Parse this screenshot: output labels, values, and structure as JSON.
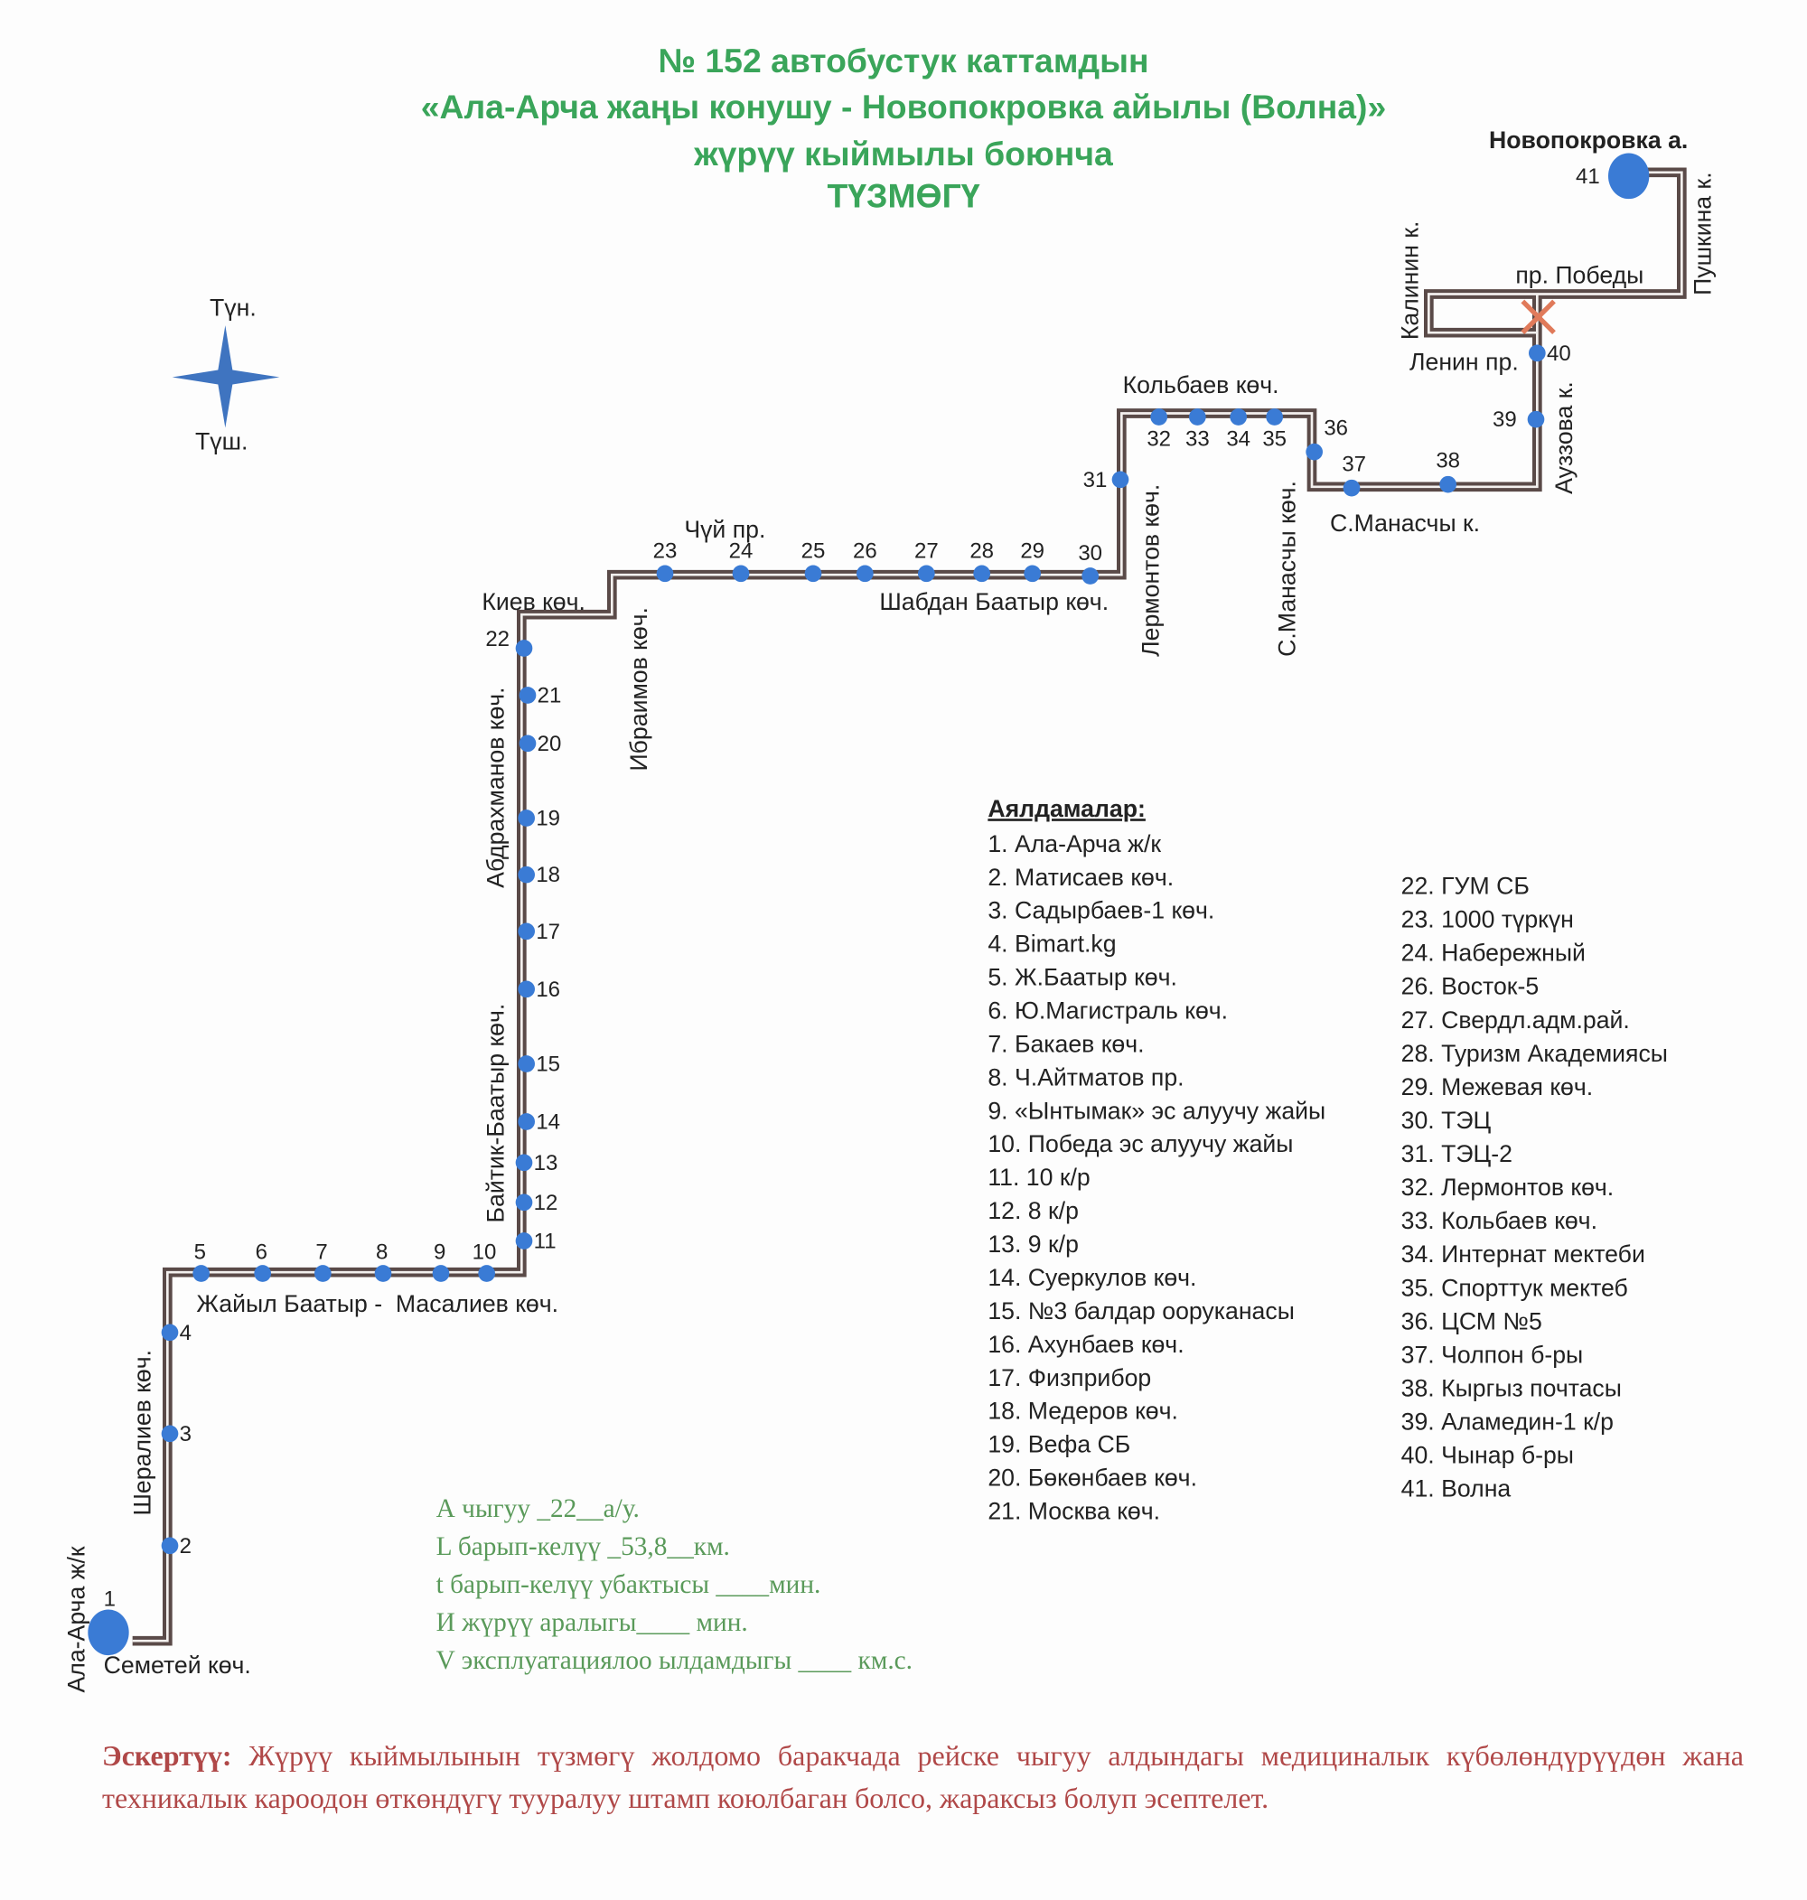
{
  "title": {
    "line1": "№ 152  автобустук каттамдын",
    "line2": "«Ала-Арча жаңы конушу  - Новопокровка айылы (Волна)»",
    "line3": "жүрүү кыймылы боюнча",
    "line4": "ТҮЗМӨГҮ"
  },
  "compass": {
    "north": "Түн.",
    "south": "Түш."
  },
  "streets": {
    "novopokrovka": "Новопокровка а.",
    "pushkina": "Пушкина к.",
    "kalinin": "Калинин к.",
    "pobedy": "пр. Победы",
    "lenin": "Ленин пр.",
    "auezova": "Ауззова к.",
    "kolbaev": "Кольбаев көч.",
    "s_manaschy_k": "С.Манасчы к.",
    "s_manaschy_koch": "С.Манасчы көч.",
    "lermontov": "Лермонтов көч.",
    "chui": "Чүй пр.",
    "shabdan": "Шабдан Баатыр көч.",
    "kiev": "Киев көч.",
    "ibraimov": "Ибраимов көч.",
    "abdrakhmanov": "Абдрахманов көч.",
    "baitik": "Байтик-Баатыр көч.",
    "zhaiyl": "Жайыл Баатыр -  Масалиев көч.",
    "sheraliev": "Шералиев көч.",
    "ala_archa": "Ала-Арча ж/к",
    "semetei": "Семетей көч."
  },
  "stop_numbers": [
    "1",
    "2",
    "3",
    "4",
    "5",
    "6",
    "7",
    "8",
    "9",
    "10",
    "11",
    "12",
    "13",
    "14",
    "15",
    "16",
    "17",
    "18",
    "19",
    "20",
    "21",
    "22",
    "23",
    "24",
    "25",
    "26",
    "27",
    "28",
    "29",
    "30",
    "31",
    "32",
    "33",
    "34",
    "35",
    "36",
    "37",
    "38",
    "39",
    "40",
    "41"
  ],
  "legend": {
    "heading": "Аялдамалар:",
    "left": [
      "1. Ала-Арча ж/к",
      "2. Матисаев көч.",
      "3. Садырбаев-1 көч.",
      "4.  Bimart.kg",
      "5. Ж.Баатыр көч.",
      "6. Ю.Магистраль көч.",
      "7. Бакаев көч.",
      "8. Ч.Айтматов пр.",
      "9. «Ынтымак» эс алуучу жайы",
      "10. Победа эс алуучу жайы",
      "11. 10 к/р",
      "12. 8 к/р",
      "13. 9 к/р",
      "14. Суеркулов көч.",
      "15. №3 балдар ооруканасы",
      "16. Ахунбаев көч.",
      "17. Физприбор",
      "18. Медеров көч.",
      "19. Вефа СБ",
      "20. Бөкөнбаев көч.",
      "21. Москва көч."
    ],
    "right": [
      "22. ГУМ СБ",
      "23. 1000 түркүн",
      "24. Набережный",
      "26. Восток-5",
      "27. Свердл.адм.рай.",
      "28. Туризм Академиясы",
      "29. Межевая көч.",
      "30. ТЭЦ",
      "31. ТЭЦ-2",
      "32. Лермонтов көч.",
      "33. Кольбаев көч.",
      "34. Интернат мектеби",
      "35. Спорттук мектеб",
      "36. ЦСМ №5",
      "37. Чолпон б-ры",
      "38. Кыргыз почтасы",
      "39. Аламедин-1 к/р",
      "40. Чынар б-ры",
      "41. Волна"
    ]
  },
  "params": [
    {
      "pre": "А чыгуу ",
      "value": "_22__",
      "post": "а/у."
    },
    {
      "pre": "L барып-келүү ",
      "value": "_53,8__",
      "post": "км."
    },
    {
      "pre": "t барып-келүү убактысы ",
      "value": "____",
      "post": "мин."
    },
    {
      "pre": "И жүрүү аралыгы",
      "value": "____",
      "post": " мин."
    },
    {
      "pre": "V эксплуатациялоо ылдамдыгы ",
      "value": "____",
      "post": " км.с."
    }
  ],
  "note": {
    "label": "Эскертүү:",
    "text": "Жүрүү кыймылынын түзмөгү жолдомо баракчада рейске чыгуу алдындагы медициналык күбөлөндүрүүдөн жана техникалык кароодон өткөндүгү тууралуу штамп коюлбаган болсо, жараксыз болуп эсептелет."
  },
  "colors": {
    "title": "#3aa55a",
    "route": "#5a4a48",
    "stop": "#3a7bd5",
    "params": "#5a9a5a",
    "note": "#b04848",
    "turn_x": "#e07a5a"
  }
}
